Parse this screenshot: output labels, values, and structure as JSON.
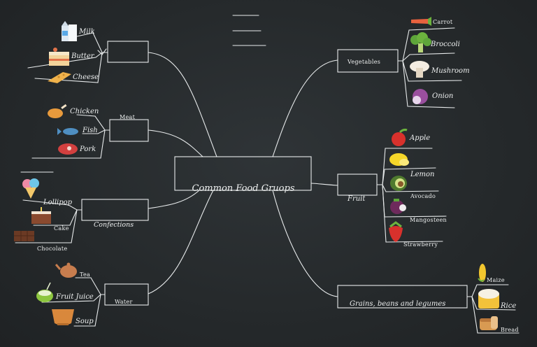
{
  "central": "Common Food Gruops",
  "branches": {
    "dairy": {
      "items": [
        "Milk",
        "Butter",
        "Cheese"
      ]
    },
    "meat": {
      "label": "Meat",
      "items": [
        "Chicken",
        "Fish",
        "Pork"
      ]
    },
    "confections": {
      "label": "Confections",
      "items": [
        "Lollipop",
        "Cake",
        "Chocolate"
      ]
    },
    "water": {
      "label": "Water",
      "items": [
        "Tea",
        "Fruit Juice",
        "Soup"
      ]
    },
    "vegetables": {
      "label": "Vegetables",
      "items": [
        "Carrot",
        "Broccoli",
        "Mushroom",
        "Onion"
      ]
    },
    "fruit": {
      "label": "Fruit",
      "items": [
        "Apple",
        "Lemon",
        "Avocado",
        "Mangosteen",
        "Strawberry"
      ]
    },
    "grains": {
      "label": "Grains, beans and legumes",
      "items": [
        "Maize",
        "Rice",
        "Bread"
      ]
    }
  },
  "icons": [
    "milk-icon",
    "butter-icon",
    "cheese-icon",
    "chicken-icon",
    "fish-icon",
    "pork-icon",
    "lollipop-icon",
    "cake-icon",
    "chocolate-icon",
    "tea-icon",
    "fruit-juice-icon",
    "soup-icon",
    "carrot-icon",
    "broccoli-icon",
    "mushroom-icon",
    "onion-icon",
    "apple-icon",
    "lemon-icon",
    "avocado-icon",
    "mangosteen-icon",
    "strawberry-icon",
    "maize-icon",
    "rice-icon",
    "bread-icon"
  ],
  "colors": {
    "background": "#2a2e30",
    "chalk": "#eef0f0"
  }
}
